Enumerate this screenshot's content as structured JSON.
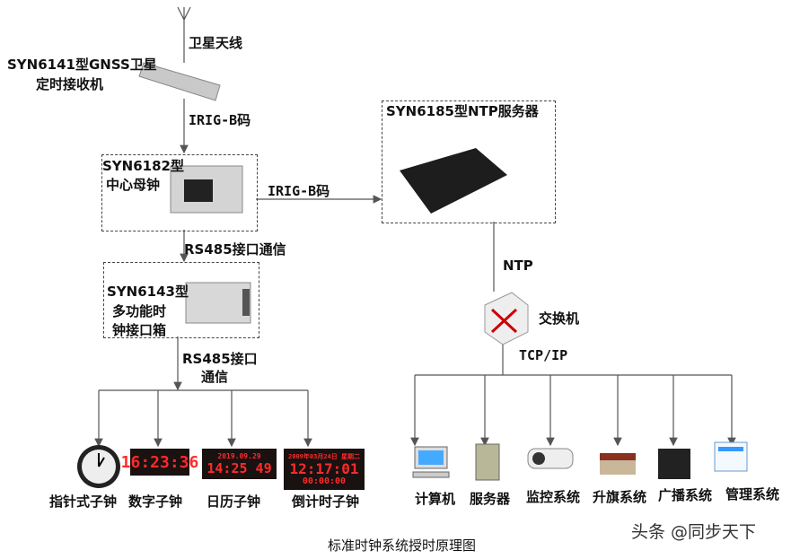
{
  "antenna": {
    "label": "卫星天线"
  },
  "receiver": {
    "label_line1": "SYN6141型GNSS卫星",
    "label_line2": "定时接收机"
  },
  "link1": {
    "label": "IRIG-B码"
  },
  "master_clock": {
    "label_line1": "SYN6182型",
    "label_line2": "中心母钟"
  },
  "link2": {
    "label": "IRIG-B码"
  },
  "ntp_server": {
    "label": "SYN6185型NTP服务器"
  },
  "ntp_link": {
    "label": "NTP"
  },
  "switch": {
    "label": "交换机",
    "protocol": "TCP/IP"
  },
  "link3": {
    "label": "RS485接口通信"
  },
  "interface_box": {
    "label_line1": "SYN6143型",
    "label_line2": "多功能时",
    "label_line3": "钟接口箱"
  },
  "link4": {
    "label_line1": "RS485接口",
    "label_line2": "通信"
  },
  "clocks": [
    {
      "label": "指针式子钟"
    },
    {
      "label": "数字子钟",
      "display": "16:23:36"
    },
    {
      "label": "日历子钟",
      "display_top": "2019.09.29",
      "display": "14:25 49"
    },
    {
      "label": "倒计时子钟",
      "display_top": "2009年03月24日 星期二",
      "display": "12:17:01",
      "display_bottom": "00:00:00"
    }
  ],
  "systems": [
    {
      "label": "计算机"
    },
    {
      "label": "服务器"
    },
    {
      "label": "监控系统"
    },
    {
      "label": "升旗系统"
    },
    {
      "label": "广播系统"
    },
    {
      "label": "管理系统"
    }
  ],
  "caption": "标准时钟系统授时原理图",
  "watermark": "头条 @同步天下"
}
